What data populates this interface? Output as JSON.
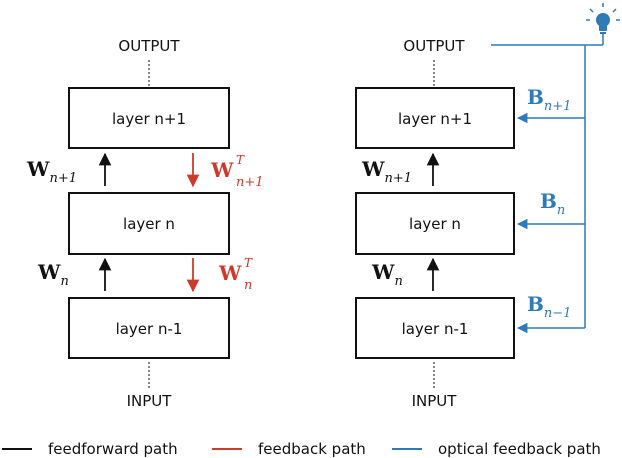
{
  "colors": {
    "feedforward": "#111111",
    "feedback": "#cc3a2b",
    "optical": "#2f7ab8"
  },
  "left_diagram": {
    "output_label": "OUTPUT",
    "input_label": "INPUT",
    "layers": [
      {
        "label": "layer n+1"
      },
      {
        "label": "layer n"
      },
      {
        "label": "layer n-1"
      }
    ],
    "weights": [
      {
        "base": "W",
        "sub": "n+1"
      },
      {
        "base": "W",
        "sub": "n"
      }
    ],
    "transposes": [
      {
        "base": "W",
        "sup": "T",
        "sub": "n+1"
      },
      {
        "base": "W",
        "sup": "T",
        "sub": "n"
      }
    ]
  },
  "right_diagram": {
    "output_label": "OUTPUT",
    "input_label": "INPUT",
    "layers": [
      {
        "label": "layer n+1"
      },
      {
        "label": "layer n"
      },
      {
        "label": "layer n-1"
      }
    ],
    "weights": [
      {
        "base": "W",
        "sub": "n+1"
      },
      {
        "base": "W",
        "sub": "n"
      }
    ],
    "feedback_matrices": [
      {
        "base": "B",
        "sub": "n+1"
      },
      {
        "base": "B",
        "sub": "n"
      },
      {
        "base": "B",
        "sub": "n−1"
      }
    ],
    "icon": "lightbulb-icon"
  },
  "legend": [
    {
      "label": "feedforward path",
      "color": "#111111"
    },
    {
      "label": "feedback path",
      "color": "#cc3a2b"
    },
    {
      "label": "optical feedback path",
      "color": "#2f7ab8"
    }
  ]
}
